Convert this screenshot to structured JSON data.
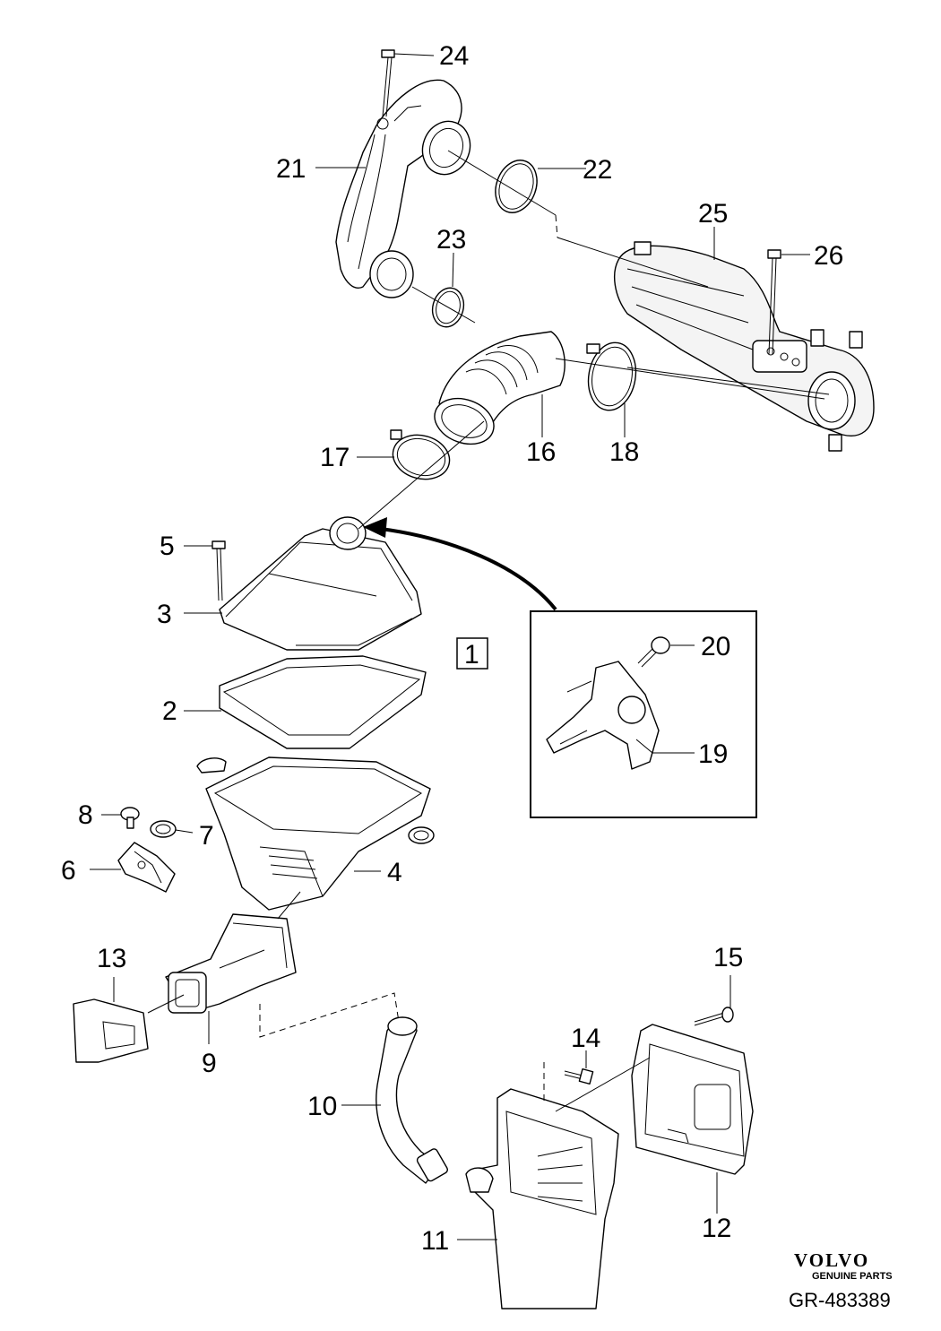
{
  "labels": {
    "l1": "1",
    "l2": "2",
    "l3": "3",
    "l4": "4",
    "l5": "5",
    "l6": "6",
    "l7": "7",
    "l8": "8",
    "l9": "9",
    "l10": "10",
    "l11": "11",
    "l12": "12",
    "l13": "13",
    "l14": "14",
    "l15": "15",
    "l16": "16",
    "l17": "17",
    "l18": "18",
    "l19": "19",
    "l20": "20",
    "l21": "21",
    "l22": "22",
    "l23": "23",
    "l24": "24",
    "l25": "25",
    "l26": "26"
  },
  "footer": {
    "brand": "VOLVO",
    "subtitle": "GENUINE PARTS",
    "reference": "GR-483389"
  }
}
